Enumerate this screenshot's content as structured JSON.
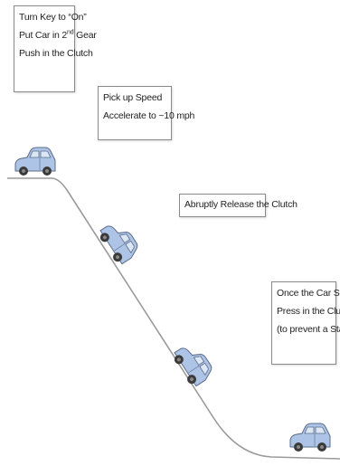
{
  "steps": [
    {
      "lines": [
        "Turn Key to “On”",
        "Put Car in 2",
        "Push in the Clutch"
      ],
      "ordinal_suffix": "nd",
      "line2_tail": " Gear"
    },
    {
      "lines": [
        "Pick up Speed",
        "Accelerate to ~10 mph"
      ]
    },
    {
      "lines": [
        "Abruptly Release the Clutch"
      ]
    },
    {
      "lines": [
        "Once the Car Starts",
        "Press in the Clutch",
        "(to prevent a Stall)"
      ]
    }
  ],
  "colors": {
    "car_body": "#aec4e6",
    "car_outline": "#5a6b8a",
    "car_window": "#dde6f3",
    "wheel": "#3a3a3a",
    "hill_line": "#9a9a9a",
    "box_border": "#8a8a8a"
  },
  "icons": [
    "car-icon",
    "car-icon",
    "car-icon",
    "car-icon"
  ]
}
